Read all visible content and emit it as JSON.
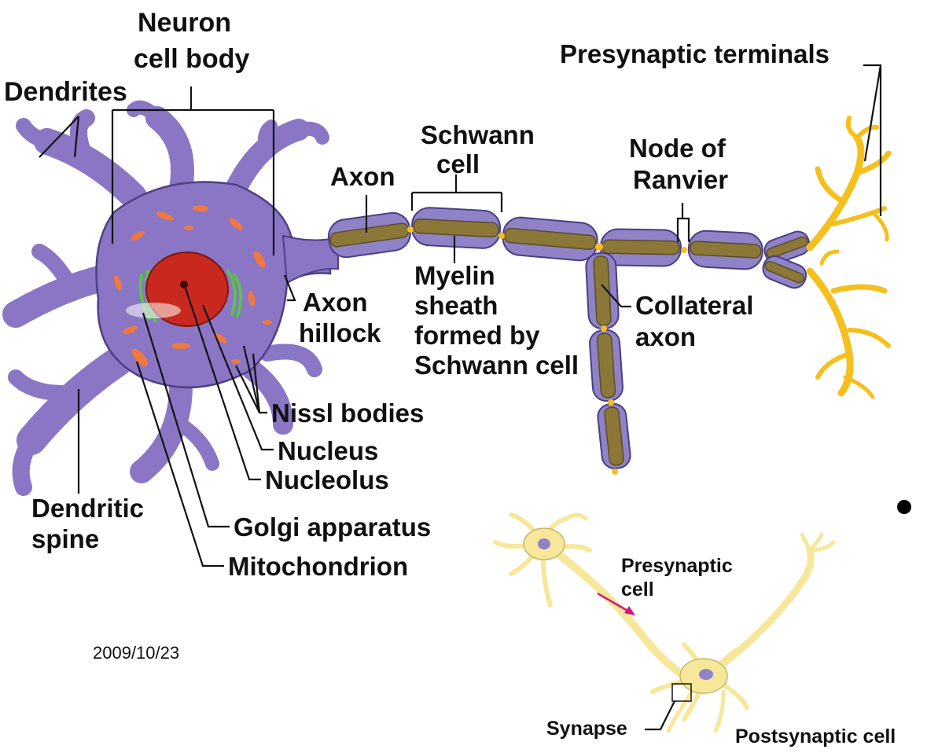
{
  "labels": {
    "neuron_cell_body_line1": "Neuron",
    "neuron_cell_body_line2": "cell body",
    "dendrites": "Dendrites",
    "presynaptic_terminals": "Presynaptic terminals",
    "schwann_cell_line1": "Schwann",
    "schwann_cell_line2": "cell",
    "axon": "Axon",
    "node_of_ranvier_line1": "Node of",
    "node_of_ranvier_line2": "Ranvier",
    "myelin_line1": "Myelin",
    "myelin_line2": "sheath",
    "myelin_line3": "formed by",
    "myelin_line4": "Schwann cell",
    "axon_hillock_line1": "Axon",
    "axon_hillock_line2": "hillock",
    "collateral_axon_line1": "Collateral",
    "collateral_axon_line2": "axon",
    "nissl_bodies": "Nissl bodies",
    "nucleus": "Nucleus",
    "nucleolus": "Nucleolus",
    "dendritic_spine_line1": "Dendritic",
    "dendritic_spine_line2": "spine",
    "golgi_apparatus": "Golgi apparatus",
    "mitochondrion": "Mitochondrion",
    "presynaptic_cell_line1": "Presynaptic",
    "presynaptic_cell_line2": "cell",
    "synapse": "Synapse",
    "postsynaptic_cell": "Postsynaptic cell"
  },
  "footer": {
    "date": "2009/10/23"
  },
  "colors": {
    "cell_body": "#8a76c4",
    "nucleus": "#c8281e",
    "myelin": "#8f82c7",
    "axon_core": "#8b7838",
    "terminals": "#f5c01e",
    "golgi": "#5cc24a",
    "organelles": "#f07840",
    "inset_neuron": "#f7e79a",
    "inset_arrow": "#d4167a"
  }
}
